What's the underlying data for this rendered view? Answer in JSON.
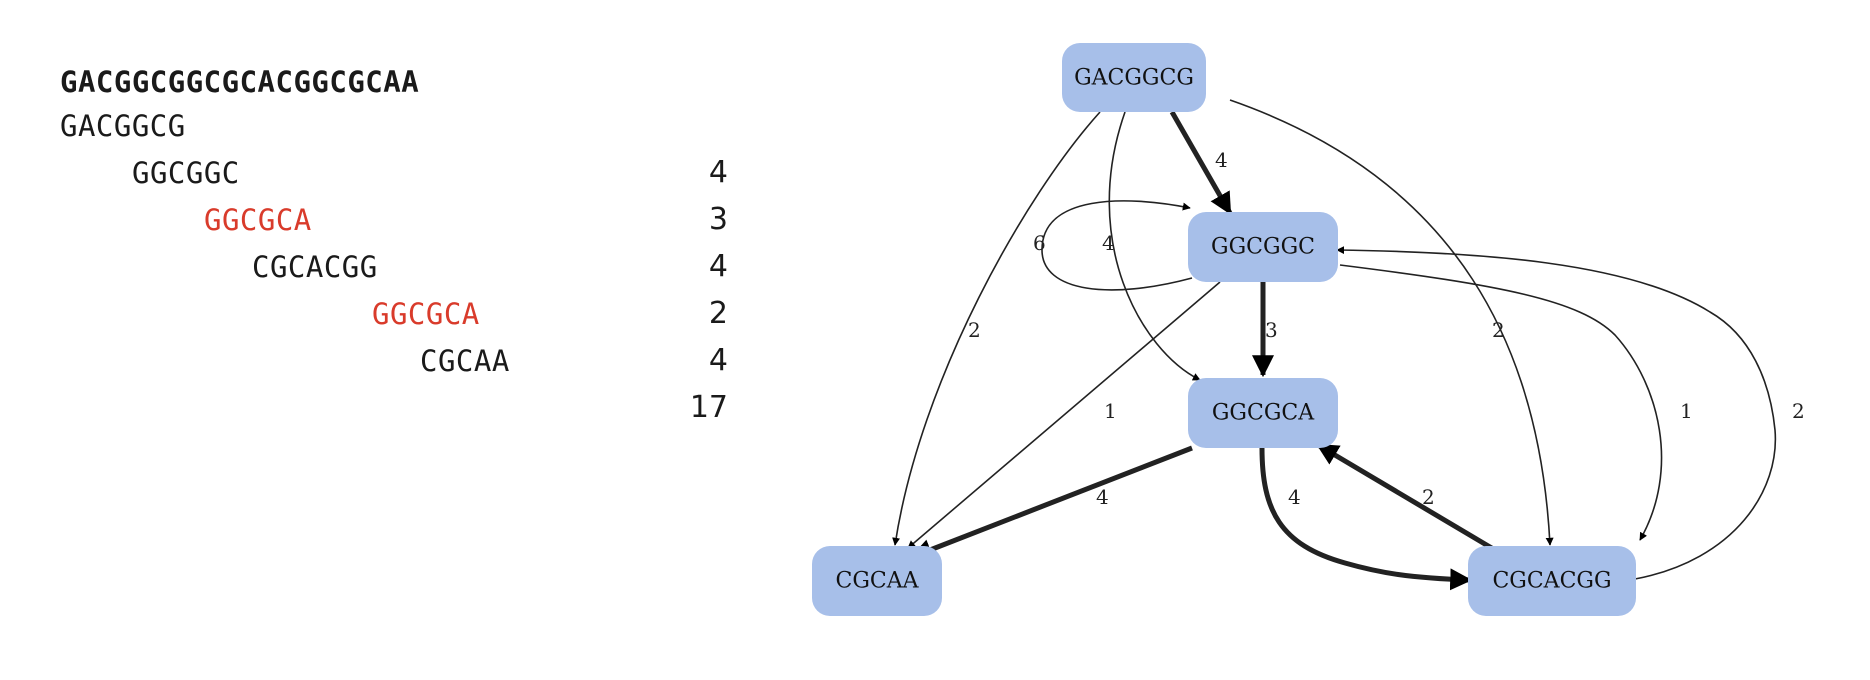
{
  "alignment": {
    "target": "GACGGCGGCGCACGGCGCAA",
    "rows": [
      {
        "text": "GACGGCG",
        "score": "",
        "color": "#1a1a1a"
      },
      {
        "text": "GGCGGC",
        "score": "4",
        "color": "#1a1a1a"
      },
      {
        "text": "GGCGCA",
        "score": "3",
        "color": "#d93b2b"
      },
      {
        "text": "CGCACGG",
        "score": "4",
        "color": "#1a1a1a"
      },
      {
        "text": "GGCGCA",
        "score": "2",
        "color": "#d93b2b"
      },
      {
        "text": "CGCAA",
        "score": "4",
        "color": "#1a1a1a"
      }
    ],
    "total": "17"
  },
  "graph": {
    "nodes": {
      "n1": "GACGGCG",
      "n2": "GGCGGC",
      "n3": "GGCGCA",
      "n4": "CGCAA",
      "n5": "CGCACGG"
    },
    "edges": [
      {
        "from": "GACGGCG",
        "to": "GGCGGC",
        "label": "4",
        "weight": "thick"
      },
      {
        "from": "GACGGCG",
        "to": "CGCAA",
        "label": "2",
        "weight": "thin"
      },
      {
        "from": "GACGGCG",
        "to": "GGCGCA",
        "label": "4",
        "weight": "thin"
      },
      {
        "from": "GACGGCG",
        "to": "CGCACGG",
        "label": "2",
        "weight": "thin"
      },
      {
        "from": "GGCGGC",
        "to": "GGCGGC",
        "label": "6",
        "weight": "thin"
      },
      {
        "from": "GGCGGC",
        "to": "GGCGCA",
        "label": "3",
        "weight": "thick"
      },
      {
        "from": "GGCGGC",
        "to": "CGCAA",
        "label": "1",
        "weight": "thin"
      },
      {
        "from": "GGCGGC",
        "to": "CGCACGG",
        "label": "1",
        "weight": "thin"
      },
      {
        "from": "GGCGCA",
        "to": "CGCAA",
        "label": "4",
        "weight": "thick"
      },
      {
        "from": "GGCGCA",
        "to": "CGCACGG",
        "label": "4",
        "weight": "thick"
      },
      {
        "from": "CGCACGG",
        "to": "GGCGCA",
        "label": "2",
        "weight": "thick"
      },
      {
        "from": "CGCACGG",
        "to": "GGCGGC",
        "label": "2",
        "weight": "thin"
      }
    ]
  }
}
